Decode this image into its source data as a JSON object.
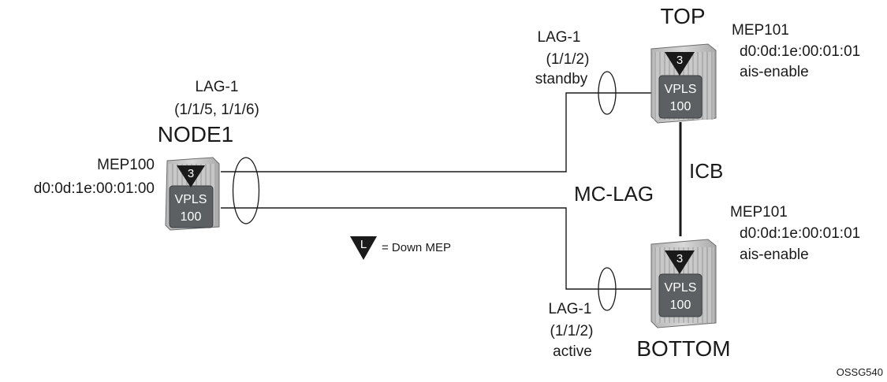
{
  "nodes": {
    "node1": {
      "name": "NODE1",
      "lag_title": "LAG-1",
      "lag_ports": "(1/1/5, 1/1/6)",
      "mep_name": "MEP100",
      "mep_mac": "d0:0d:1e:00:01:00",
      "level": "3",
      "service_line1": "VPLS",
      "service_line2": "100"
    },
    "top": {
      "name": "TOP",
      "lag_title": "LAG-1",
      "lag_ports": "(1/1/2)",
      "lag_state": "standby",
      "mep_name": "MEP101",
      "mep_mac": "d0:0d:1e:00:01:01",
      "mep_option": "ais-enable",
      "level": "3",
      "service_line1": "VPLS",
      "service_line2": "100"
    },
    "bottom": {
      "name": "BOTTOM",
      "lag_title": "LAG-1",
      "lag_ports": "(1/1/2)",
      "lag_state": "active",
      "mep_name": "MEP101",
      "mep_mac": "d0:0d:1e:00:01:01",
      "mep_option": "ais-enable",
      "level": "3",
      "service_line1": "VPLS",
      "service_line2": "100"
    }
  },
  "links": {
    "icb_label": "ICB",
    "mclag_label": "MC-LAG"
  },
  "legend": {
    "symbol_letter": "L",
    "text": "= Down MEP"
  },
  "figure_id": "OSSG540"
}
